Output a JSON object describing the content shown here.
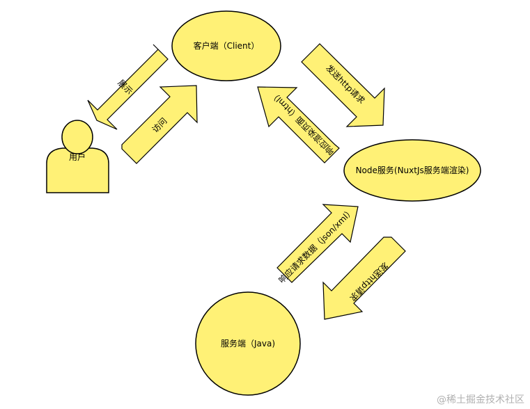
{
  "colors": {
    "fill": "#FFF176",
    "stroke": "#000000"
  },
  "nodes": {
    "client": "客户端（Client）",
    "user": "用户",
    "node_service": "Node服务(NuxtJs服务端渲染)",
    "server": "服务端（Java)"
  },
  "arrows": {
    "display": "展示",
    "visit": "访问",
    "send_http_1": "发送http请求",
    "respond_html": "响应渲染页面（html）",
    "respond_data": "响应请求数据（json/xml）",
    "send_http_2": "发送http请求"
  },
  "watermark": "@稀土掘金技术社区"
}
